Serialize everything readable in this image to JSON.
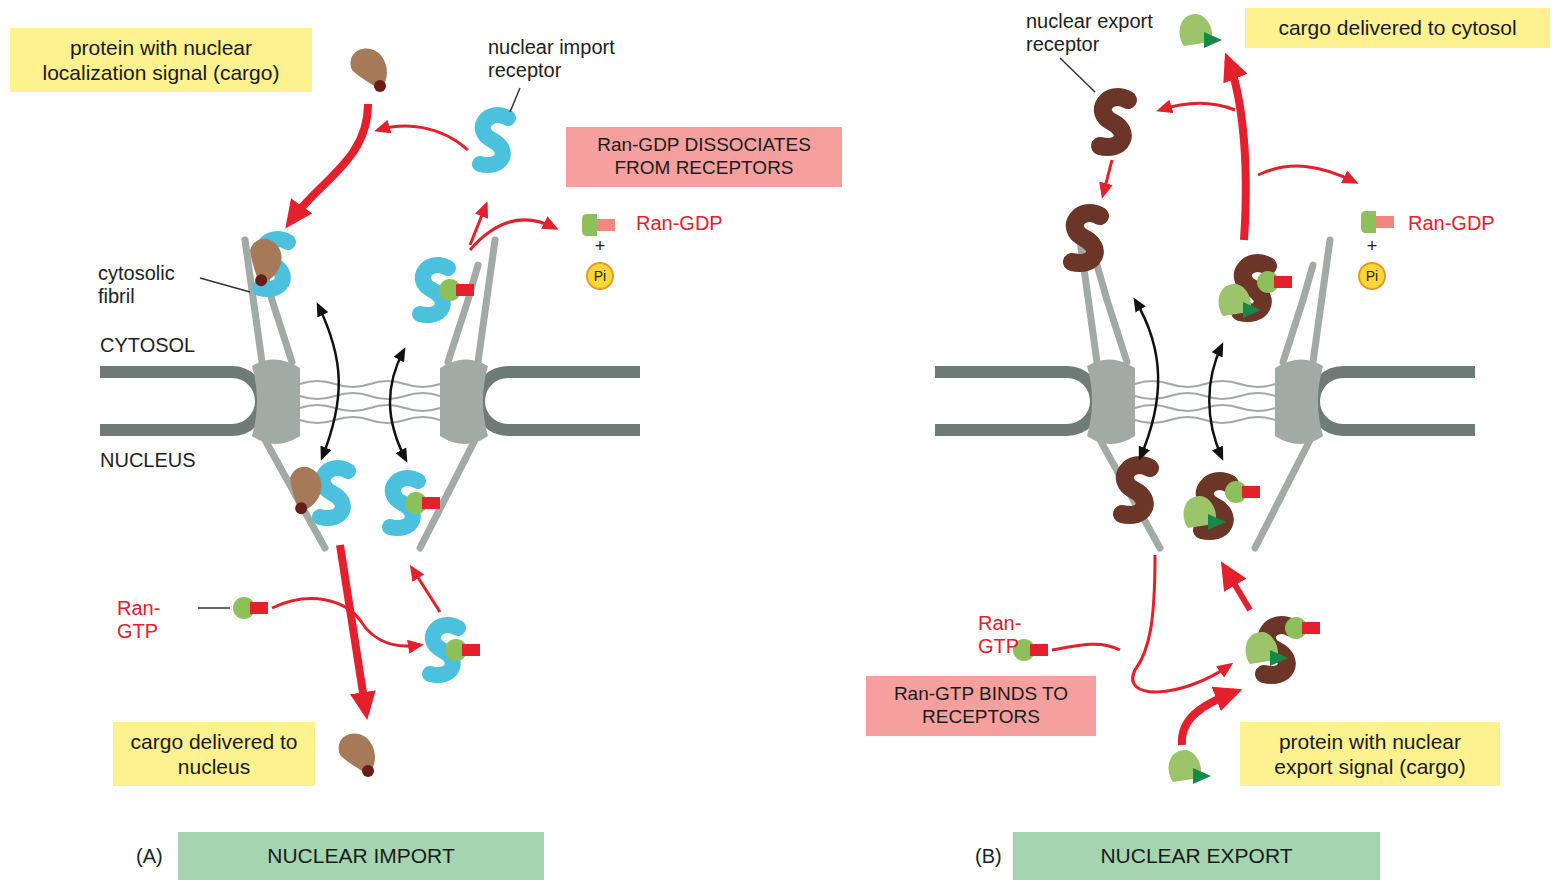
{
  "diagram": {
    "nodes": [
      {
        "text": [
          "protein with nuclear localization signal (cargo)"
        ]
      },
      {
        "text": [
          "Ran-GDP DISSOCIATES FROM RECEPTORS"
        ]
      },
      {
        "text": [
          "cargo delivered to nucleus"
        ]
      },
      {
        "text": [
          "NUCLEAR IMPORT"
        ]
      },
      {
        "text": [
          "cargo delivered to cytosol"
        ]
      },
      {
        "text": [
          "Ran-GTP BINDS TO RECEPTORS"
        ]
      },
      {
        "text": [
          "protein with nuclear export signal (cargo)"
        ]
      },
      {
        "text": [
          "NUCLEAR EXPORT"
        ]
      }
    ],
    "labels": [
      "nuclear import receptor",
      "Ran-GDP",
      "+",
      "Pi",
      "cytosolic fibril",
      "CYTOSOL",
      "NUCLEUS",
      "Ran-GTP",
      "(A)",
      "nuclear export receptor",
      "Ran-GDP",
      "+",
      "Pi",
      "Ran-GTP",
      "(B)"
    ]
  }
}
